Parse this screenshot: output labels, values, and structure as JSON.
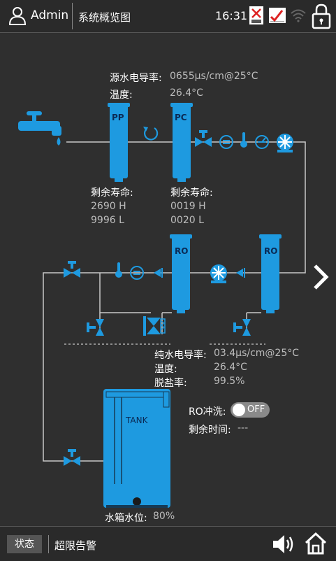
{
  "header": {
    "user": "Admin",
    "title": "系统概览图",
    "time": "16:31"
  },
  "source": {
    "conductivity_label": "源水电导率:",
    "conductivity_value": "0655µs/cm@25°C",
    "temp_label": "温度:",
    "temp_value": "26.4°C"
  },
  "filters": {
    "pp_label": "PP",
    "pc_label": "PC",
    "ro1_label": "RO",
    "ro2_label": "RO",
    "pp_life_label": "剩余寿命:",
    "pp_life_hours": "2690 H",
    "pp_life_liters": "9996 L",
    "pc_life_label": "剩余寿命:",
    "pc_life_hours": "0019 H",
    "pc_life_liters": "0020 L"
  },
  "pure": {
    "conductivity_label": "纯水电导率:",
    "conductivity_value": "03.4µs/cm@25°C",
    "temp_label": "温度:",
    "temp_value": "26.4°C",
    "rejection_label": "脱盐率:",
    "rejection_value": "99.5%"
  },
  "tank": {
    "label": "TANK",
    "level_label": "水箱水位:",
    "level_value": "80%",
    "level_fraction": 0.8
  },
  "flush": {
    "label": "RO冲洗:",
    "toggle_label": "OFF",
    "remain_label": "剩余时间:",
    "remain_value": "---"
  },
  "footer": {
    "status_button": "状态",
    "alarm_text": "超限告警"
  },
  "colors": {
    "accent": "#1e9ae0",
    "background": "#2f2f2f",
    "pipe": "#c8c8c8"
  }
}
